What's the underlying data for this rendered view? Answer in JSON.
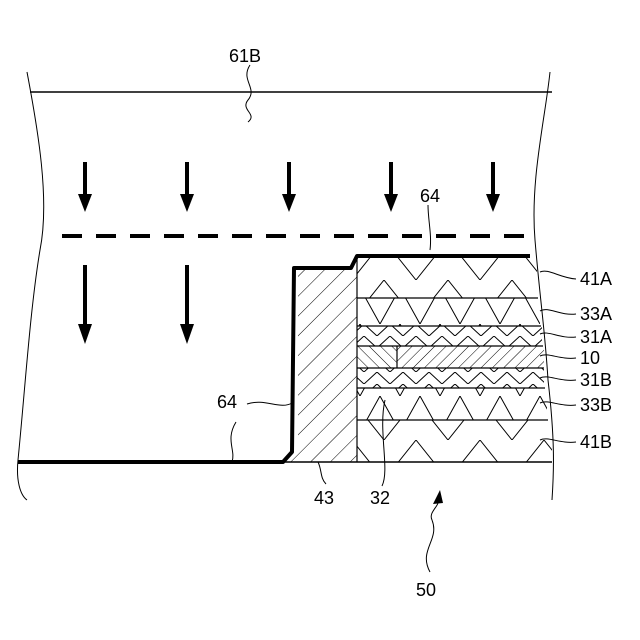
{
  "figure": {
    "labels": {
      "film_61B": "61B",
      "boundary_64_top": "64",
      "boundary_64_left": "64",
      "layer_41A": "41A",
      "layer_33A": "33A",
      "layer_31A": "31A",
      "layer_10": "10",
      "layer_31B": "31B",
      "layer_33B": "33B",
      "layer_41B": "41B",
      "part_43": "43",
      "part_32": "32",
      "assembly_50": "50"
    },
    "arrow_rows": {
      "upper_count": 5,
      "lower_count": 2
    }
  }
}
